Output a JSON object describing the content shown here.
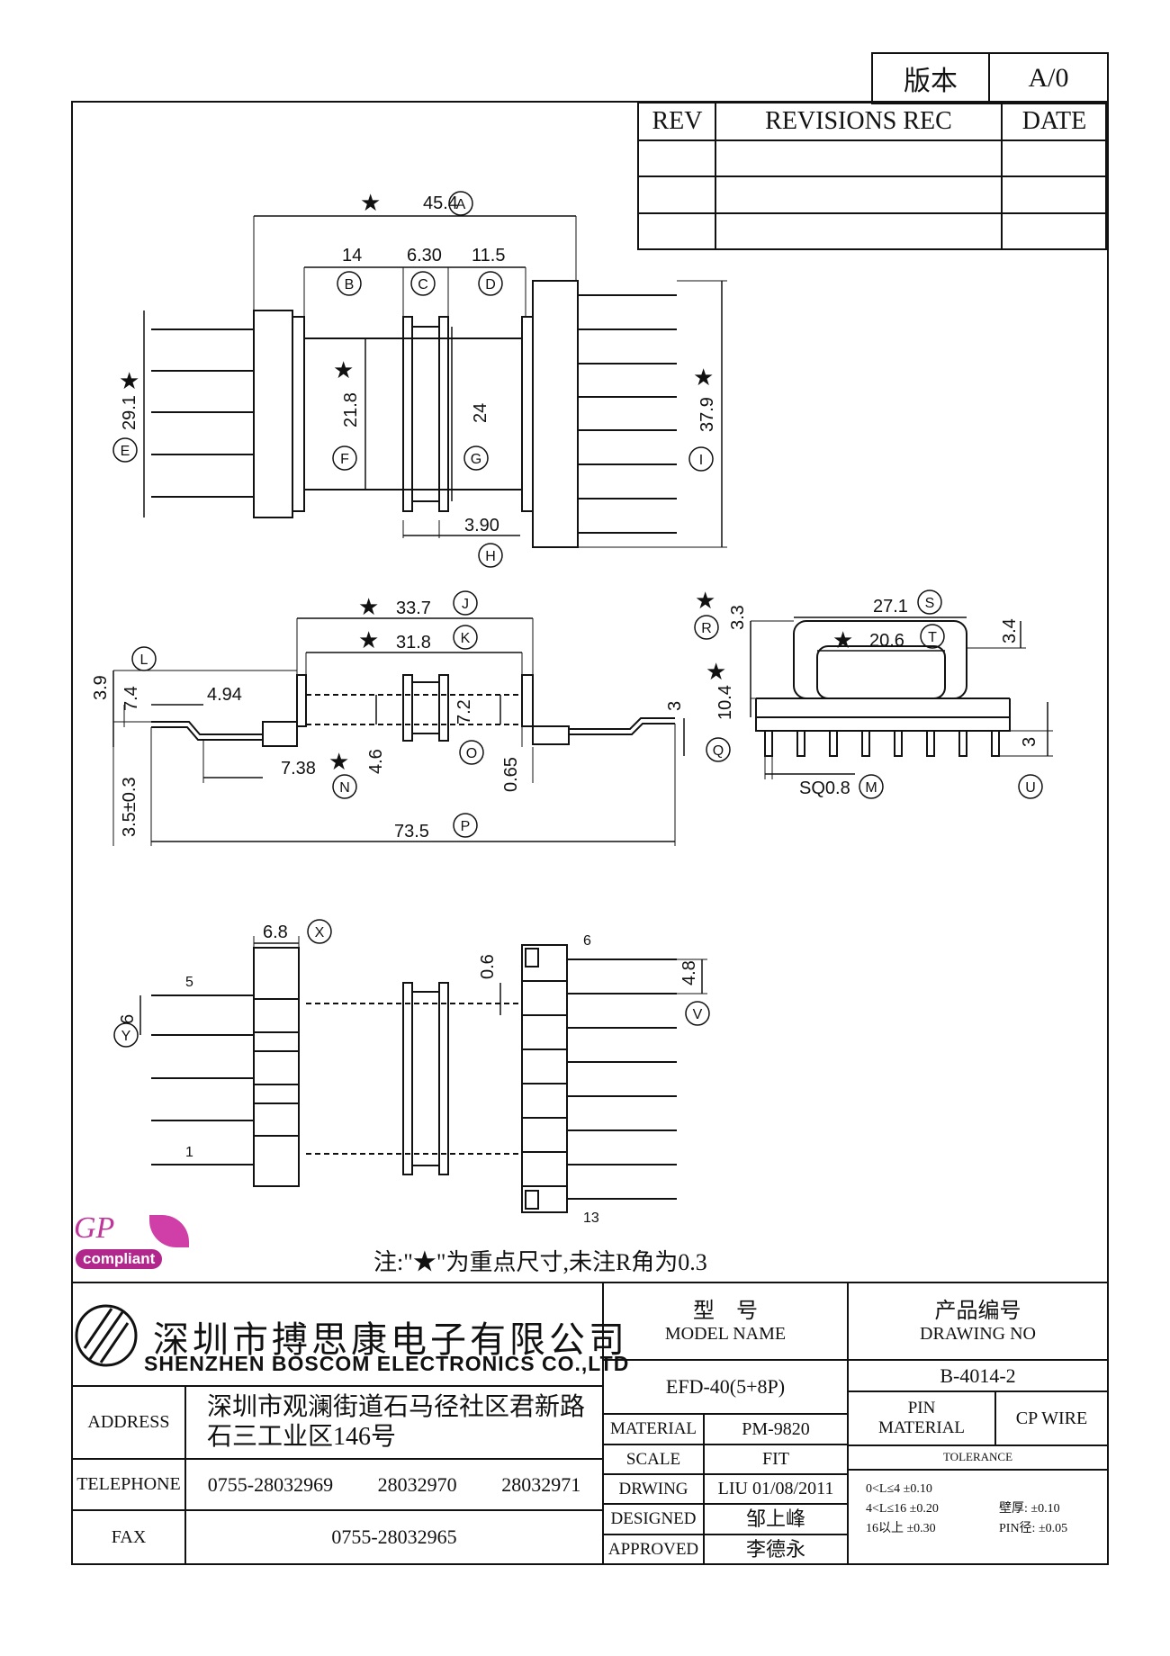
{
  "version": {
    "label": "版本",
    "value": "A/0"
  },
  "revisions": {
    "rev": "REV",
    "rec": "REVISIONS REC",
    "date": "DATE"
  },
  "dims": {
    "A": "45.4",
    "B": "14",
    "C": "6.30",
    "D": "11.5",
    "E": "29.1",
    "F": "21.8",
    "G": "24",
    "H": "3.90",
    "I": "37.9",
    "J": "33.7",
    "K": "31.8",
    "L1": "3.9",
    "L2": "7.4",
    "L3": "4.94",
    "P": "73.5",
    "N": "7.38",
    "O1": "4.6",
    "O2": "7.2",
    "O3": "0.65",
    "side_3": "3",
    "bot": "3.5±0.3",
    "R": "3.3",
    "S": "27.1",
    "T": "20.6",
    "S_right": "3.4",
    "Q": "10.4",
    "U": "3",
    "M": "SQ0.8",
    "X": "6.8",
    "Y": "6",
    "V": "4.8",
    "top_gap": "0.6",
    "pin5": "5",
    "pin1": "1",
    "pin6": "6",
    "pin13": "13"
  },
  "labels": {
    "A": "A",
    "B": "B",
    "C": "C",
    "D": "D",
    "E": "E",
    "F": "F",
    "G": "G",
    "H": "H",
    "I": "I",
    "J": "J",
    "K": "K",
    "L": "L",
    "M": "M",
    "N": "N",
    "O": "O",
    "P": "P",
    "Q": "Q",
    "R": "R",
    "S": "S",
    "T": "T",
    "U": "U",
    "V": "V",
    "X": "X",
    "Y": "Y",
    "star": "★"
  },
  "logo": {
    "gp": "GP",
    "compliant": "compliant"
  },
  "note": "注:\"★\"为重点尺寸,未注R角为0.3",
  "company": {
    "cn": "深圳市搏思康电子有限公司",
    "en": "SHENZHEN BOSCOM ELECTRONICS CO.,LTD"
  },
  "titleblock": {
    "model_cn": "型　号",
    "model_en": "MODEL NAME",
    "model_value": "EFD-40(5+8P)",
    "drawing_cn": "产品编号",
    "drawing_en": "DRAWING NO",
    "drawing_value": "B-4014-2",
    "address_label": "ADDRESS",
    "address_line1": "深圳市观澜街道石马径社区君新路",
    "address_line2": "石三工业区146号",
    "telephone_label": "TELEPHONE",
    "tel1": "0755-28032969",
    "tel2": "28032970",
    "tel3": "28032971",
    "fax_label": "FAX",
    "fax": "0755-28032965",
    "material_label": "MATERIAL",
    "material": "PM-9820",
    "scale_label": "SCALE",
    "scale": "FIT",
    "drawing_label": "DRWING",
    "drawing": "LIU 01/08/2011",
    "designed_label": "DESIGNED",
    "designed": "邹上峰",
    "approved_label": "APPROVED",
    "approved": "李德永",
    "pin_label": "PIN",
    "pin_material_label": "MATERIAL",
    "pin_material": "CP WIRE",
    "tolerance_label": "TOLERANCE",
    "tol1": "0<L≤4 ±0.10",
    "tol2": "4<L≤16 ±0.20",
    "tol3": "16以上 ±0.30",
    "wall": "壁厚: ±0.10",
    "pin_dia": "PIN径: ±0.05"
  }
}
